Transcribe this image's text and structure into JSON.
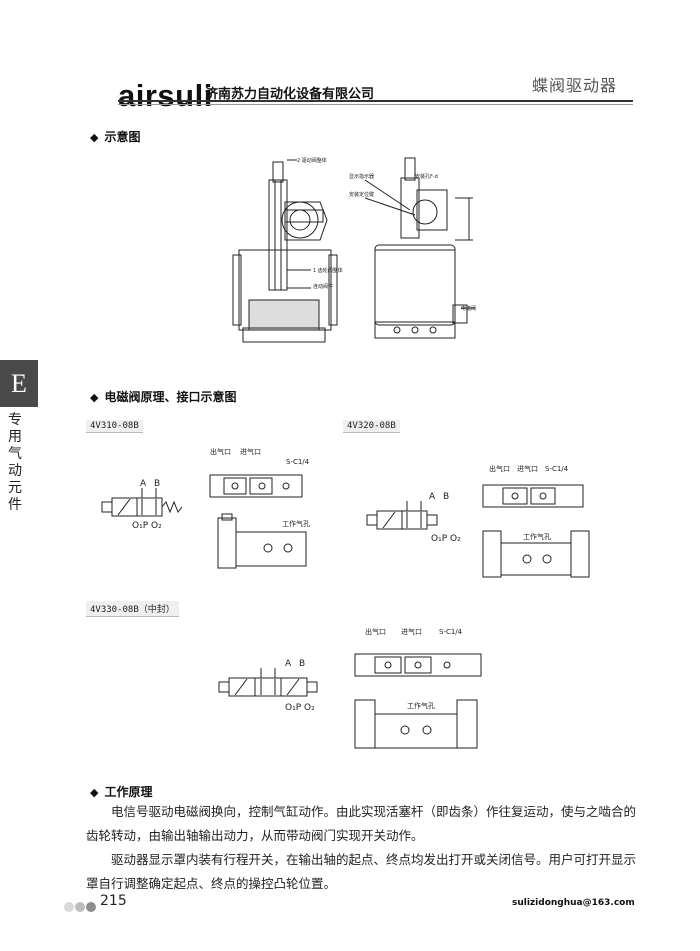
{
  "header": {
    "brand": "airsuli",
    "company": "济南苏力自动化设备有限公司",
    "category": "蝶阀驱动器"
  },
  "side_tab": {
    "letter": "E",
    "text": "专用气动元件"
  },
  "sections": {
    "diagram_title": "示意图",
    "solenoid_title": "电磁阀原理、接口示意图",
    "working_title": "工作原理"
  },
  "diagram_labels": {
    "l1": "2 驱动阀整体",
    "l2": "1 齿轮阀整体",
    "l3": "连动阀件",
    "r1": "显示指示器",
    "r2": "安装孔F-d",
    "r3": "安装定位键",
    "r4": "电磁阀"
  },
  "models": {
    "m1": "4V310-08B",
    "m2": "4V320-08B",
    "m3": "4V330-08B（中封）"
  },
  "valve_labels": {
    "outlet": "出气口",
    "inlet": "进气口",
    "port": "S-C1/4",
    "work": "工作气孔",
    "a": "A",
    "b": "B",
    "ports": "O₁P O₂"
  },
  "paragraphs": [
    "电信号驱动电磁阀换向，控制气缸动作。由此实现活塞杆（即齿条）作往复运动，使与之啮合的齿轮转动，由输出轴输出动力，从而带动阀门实现开关动作。",
    "驱动器显示罩内装有行程开关，在输出轴的起点、终点均发出打开或关闭信号。用户可打开显示罩自行调整确定起点、终点的操控凸轮位置。"
  ],
  "footer": {
    "page_number": "215",
    "email": "sulizidonghua@163.com"
  },
  "colors": {
    "dot1": "#d9d9d9",
    "dot2": "#bdbdbd",
    "dot3": "#8c8c8c",
    "side_tab": "#4a4a4a"
  }
}
